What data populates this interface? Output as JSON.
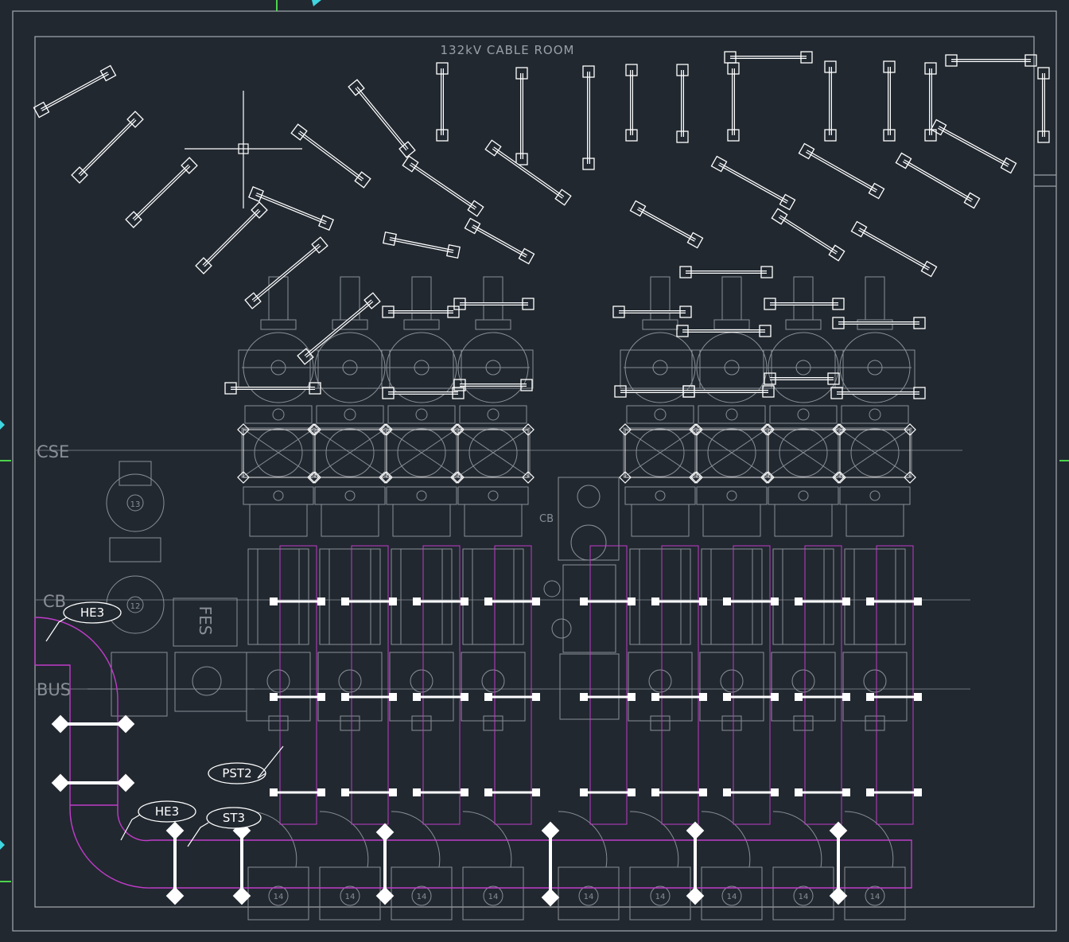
{
  "drawing": {
    "room_title": "132kV CABLE ROOM",
    "centerlines": {
      "cse": "CSE",
      "cb": "CB",
      "bus": "BUS",
      "cb_center": "CB"
    },
    "equipment_labels": {
      "fes": "FES",
      "tag_13": "13",
      "tag_12": "12",
      "tag_14": "14"
    },
    "callouts": [
      {
        "id": "he3-upper",
        "text": "HE3"
      },
      {
        "id": "pst2",
        "text": "PST2"
      },
      {
        "id": "he3-lower",
        "text": "HE3"
      },
      {
        "id": "st3",
        "text": "ST3"
      }
    ],
    "colors": {
      "background": "#212830",
      "linework": "#8a8f96",
      "frame": "#9aa0a6",
      "cable_tray": "#c03cc8",
      "cable_marker": "#ffffff",
      "crosshair": "#ffffff",
      "axis_marker_green": "#4cd34c",
      "axis_marker_cyan": "#3fd6e0"
    }
  }
}
